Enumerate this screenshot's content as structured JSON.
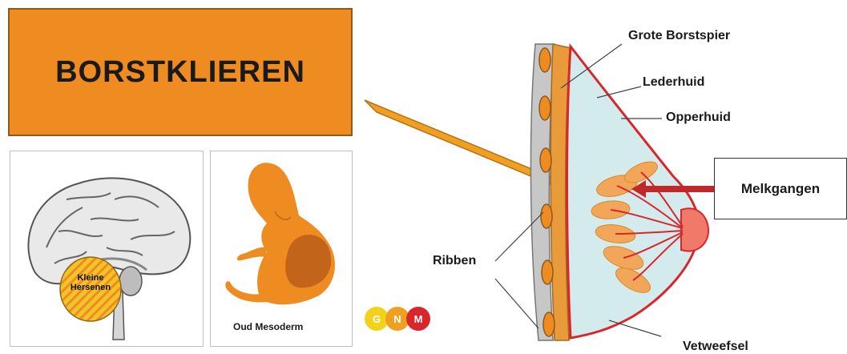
{
  "title": "BORSTKLIEREN",
  "brain_panel": {
    "label": "Kleine\nHersenen",
    "label_line1": "Kleine",
    "label_line2": "Hersenen"
  },
  "embryo_panel": {
    "label": "Oud Mesoderm"
  },
  "breast_labels": {
    "grote_borstspier": "Grote Borstspier",
    "lederhuid": "Lederhuid",
    "opperhuid": "Opperhuid",
    "melkgangen": "Melkgangen",
    "ribben": "Ribben",
    "vetweefsel": "Vetweefsel"
  },
  "logo": {
    "letters": [
      "G",
      "N",
      "M"
    ],
    "colors": [
      "#f2d21b",
      "#f0a020",
      "#d8262a"
    ]
  },
  "colors": {
    "title_bg": "#ee8c22",
    "arrow": "#f0a020",
    "melk_arrow": "#c0282a",
    "skin": "#d8262a"
  }
}
